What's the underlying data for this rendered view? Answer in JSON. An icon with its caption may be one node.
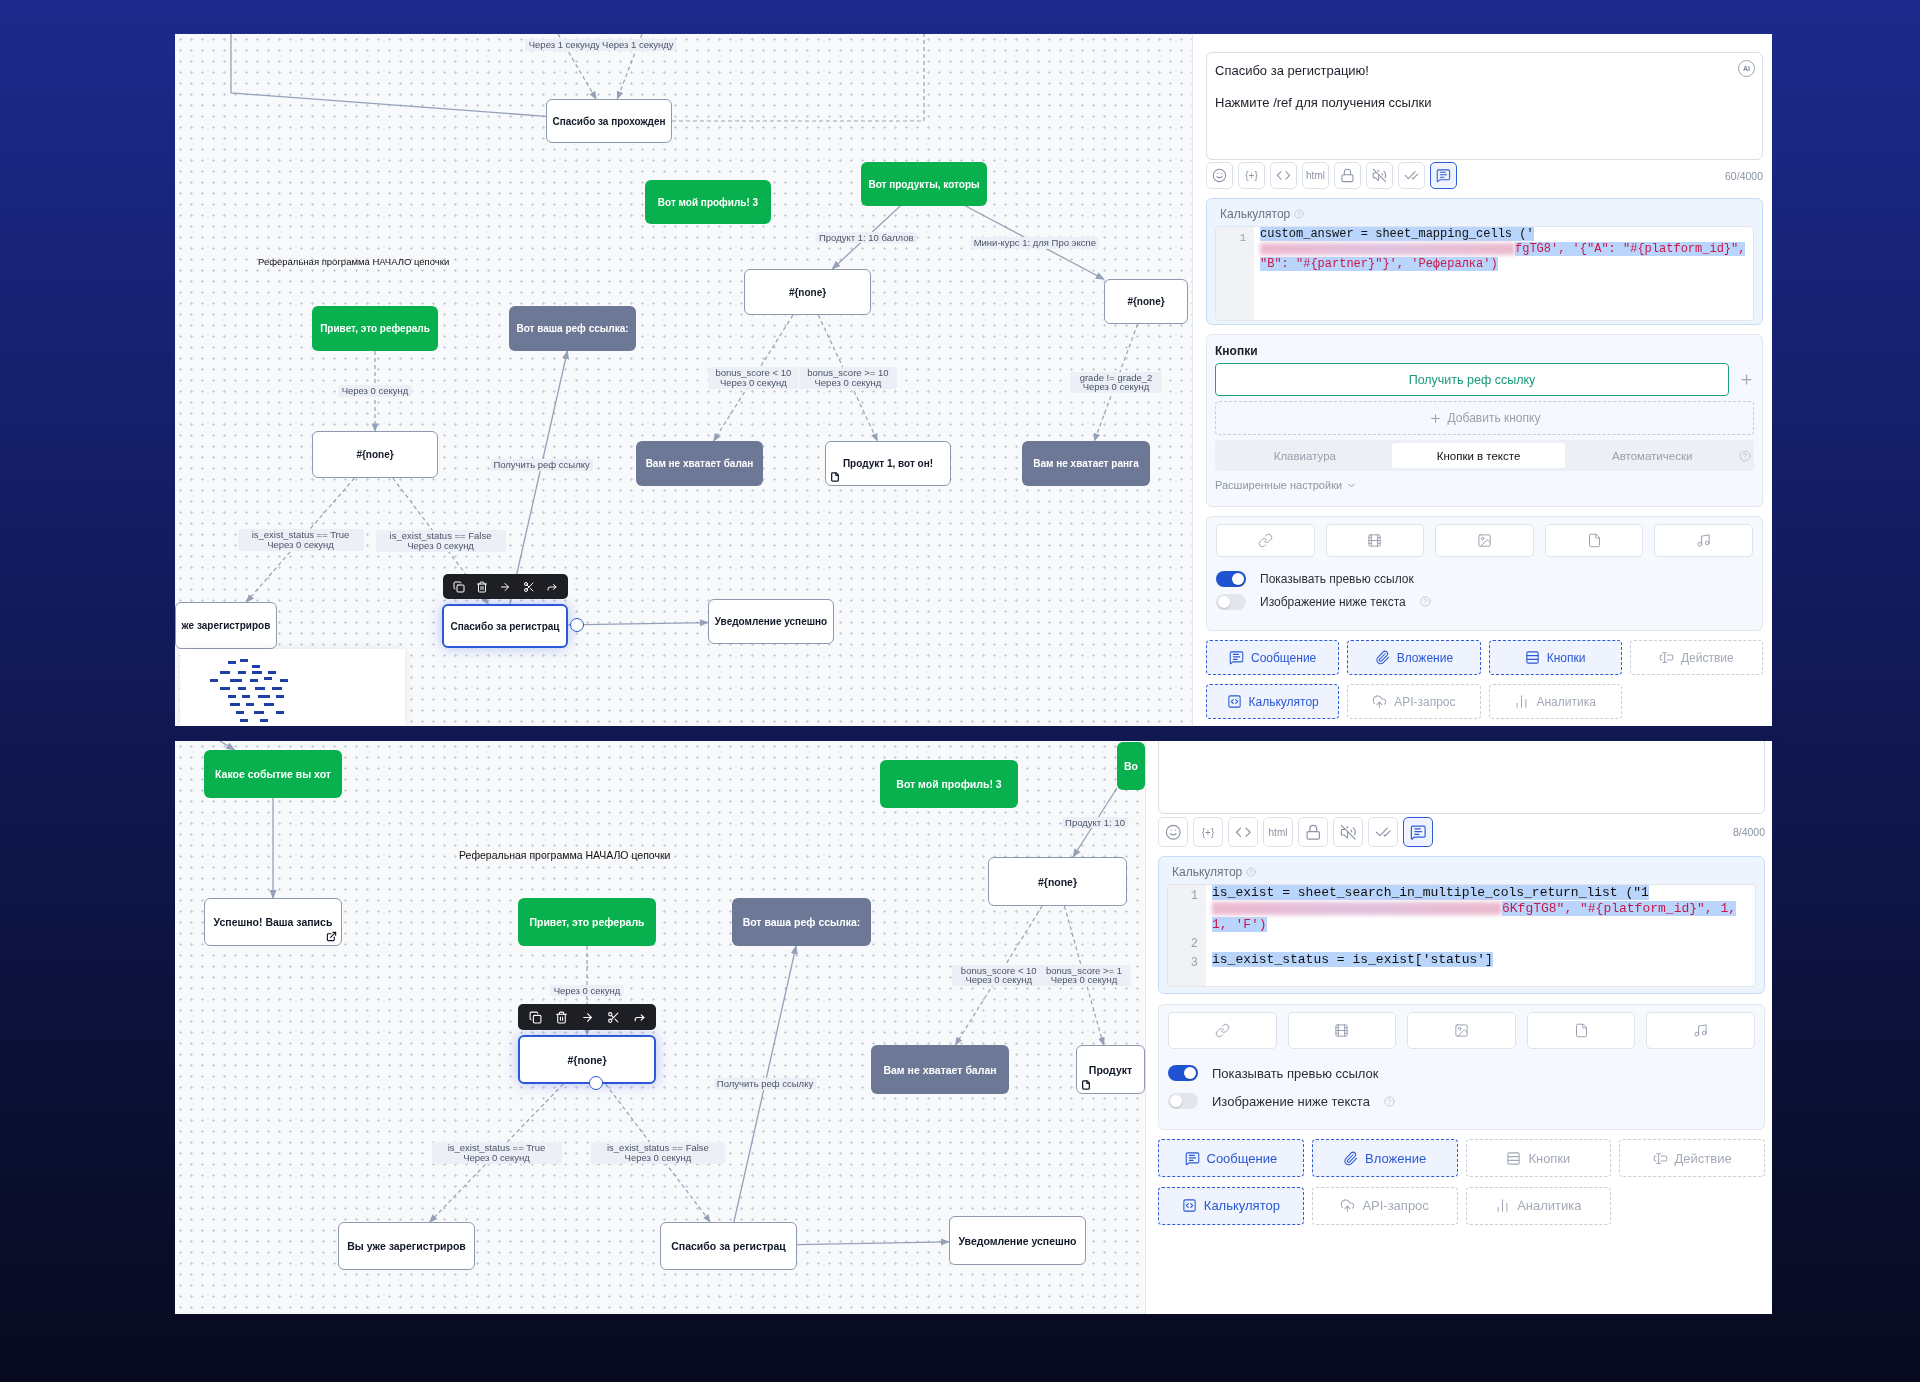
{
  "diagram": {
    "nodes": [
      {
        "text": [
          "Спасибо за прохожден"
        ]
      },
      {
        "text": [
          "Вот мой профиль!  3"
        ]
      },
      {
        "text": [
          "Вот продукты, которы"
        ]
      },
      {
        "text": [
          "#{none}"
        ]
      },
      {
        "text": [
          "#{none}"
        ]
      },
      {
        "text": [
          "Привет, это реферaль"
        ]
      },
      {
        "text": [
          "Вот ваша реф ссылка:"
        ]
      },
      {
        "text": [
          "#{none}"
        ]
      },
      {
        "text": [
          "Вам не хватает балан"
        ]
      },
      {
        "text": [
          "Продукт 1, вот он!"
        ]
      },
      {
        "text": [
          "Вам не хватает ранга"
        ]
      },
      {
        "text": [
          "же зарегистриров"
        ]
      },
      {
        "text": [
          "Спасибо за регистрац"
        ]
      },
      {
        "text": [
          "Уведомление успешно"
        ]
      },
      {
        "text": [
          "Какое событие вы хот"
        ]
      },
      {
        "text": [
          "Успешно! Ваша запись"
        ]
      },
      {
        "text": [
          "Вот мой профиль!  3"
        ]
      },
      {
        "text": [
          "Во"
        ]
      },
      {
        "text": [
          "Привет, это реферaль"
        ]
      },
      {
        "text": [
          "Вот ваша реф ссылка:"
        ]
      },
      {
        "text": [
          "#{none}"
        ]
      },
      {
        "text": [
          "#{none}"
        ]
      },
      {
        "text": [
          "Вам не хватает балан"
        ]
      },
      {
        "text": [
          "Продукт"
        ]
      },
      {
        "text": [
          "Вы уже зарегистриров"
        ]
      },
      {
        "text": [
          "Спасибо за регистрац"
        ]
      },
      {
        "text": [
          "Уведомление успешно"
        ]
      }
    ],
    "edges": [
      {
        "from": null,
        "to": 0,
        "arrow": "none"
      },
      {
        "from": null,
        "to": 0,
        "arrow": "to",
        "label": "Через 1 секунду",
        "style": "dashed"
      },
      {
        "from": null,
        "to": 0,
        "arrow": "to",
        "label": "Через 1 секунду",
        "style": "dashed"
      },
      {
        "from": 0,
        "to": null,
        "arrow": "none",
        "style": "dashed"
      },
      {
        "from": 2,
        "to": 3,
        "arrow": "to",
        "label": "Продукт 1: 10 баллов"
      },
      {
        "from": 2,
        "to": 4,
        "arrow": "to",
        "label": "Мини-курс 1: для Про экспе"
      },
      {
        "from": 3,
        "to": 8,
        "arrow": "to",
        "label": "bonus_score < 10 Через 0 секунд",
        "style": "dashed"
      },
      {
        "from": 3,
        "to": 9,
        "arrow": "to",
        "label": "bonus_score >= 10 Через 0 секунд",
        "style": "dashed"
      },
      {
        "from": 4,
        "to": 10,
        "arrow": "to",
        "label": "grade != grade_2 Через 0 секунд",
        "style": "dashed"
      },
      {
        "from": 5,
        "to": 7,
        "arrow": "to",
        "label": "Через 0 секунд",
        "style": "dashed"
      },
      {
        "from": 7,
        "to": 11,
        "arrow": "to",
        "label": "is_exist_status == True Через 0 секунд",
        "style": "dashed"
      },
      {
        "from": 7,
        "to": 12,
        "arrow": "to",
        "label": "is_exist_status == False Через 0 секунд",
        "style": "dashed"
      },
      {
        "from": 12,
        "to": 6,
        "arrow": "to",
        "label": "Получить реф ссылку"
      },
      {
        "from": 12,
        "to": 13,
        "arrow": "to"
      },
      {
        "from": null,
        "to": 14,
        "arrow": "to"
      },
      {
        "from": 14,
        "to": 15,
        "arrow": "to"
      },
      {
        "from": 17,
        "to": 20,
        "arrow": "to",
        "label": "Продукт 1: 10"
      },
      {
        "from": 18,
        "to": 21,
        "arrow": "to",
        "label": "Через 0 секунд",
        "style": "dashed"
      },
      {
        "from": 21,
        "to": 24,
        "arrow": "to",
        "label": "is_exist_status == True Через 0 секунд",
        "style": "dashed"
      },
      {
        "from": 21,
        "to": 25,
        "arrow": "to",
        "label": "is_exist_status == False Через 0 секунд",
        "style": "dashed"
      },
      {
        "from": 25,
        "to": 19,
        "arrow": "to",
        "label": "Получить реф ссылку"
      },
      {
        "from": 25,
        "to": 26,
        "arrow": "to"
      },
      {
        "from": 20,
        "to": 22,
        "arrow": "to",
        "label": "bonus_score < 10 Через 0 секунд",
        "style": "dashed"
      },
      {
        "from": 20,
        "to": 23,
        "arrow": "to",
        "label": "bonus_score >= 1 Через 0 секунд",
        "style": "dashed"
      }
    ],
    "labels": [
      "Реферальная программа НАЧАЛО цепочки",
      "Спасибо за регистрацию!",
      "Нажмите /ref для получения ссылки",
      "AI",
      "{+}",
      "html",
      "60/4000",
      "Калькулятор",
      "1",
      "custom_answer = sheet_mapping_cells ('",
      "fgTG8', '{\"A\": \"#{platform_id}\", \"B\": \"#{partner}\"}', 'Рефералка')",
      "Кнопки",
      "Получить реф ссылку",
      "Добавить кнопку",
      "Клавиатура",
      "Кнопки в тексте",
      "Автоматически",
      "Расширенные настройки",
      "Показывать превью ссылок",
      "Изображение ниже текста",
      "Сообщение",
      "Вложение",
      "Кнопки",
      "Действие",
      "Калькулятор",
      "API-запрос",
      "Аналитика",
      "Реферальная программа НАЧАЛО цепочки",
      "{+}",
      "html",
      "8/4000",
      "Калькулятор",
      "1",
      "is_exist = sheet_search_in_multiple_cols_return_list (\"1",
      "6KfgTG8\", \"#{platform_id}\", 1, 1, 'F')",
      "2",
      "3",
      "is_exist_status = is_exist['status']",
      "Показывать превью ссылок",
      "Изображение ниже текста",
      "Сообщение",
      "Вложение",
      "Кнопки",
      "Действие",
      "Калькулятор",
      "API-запрос",
      "Аналитика"
    ]
  }
}
